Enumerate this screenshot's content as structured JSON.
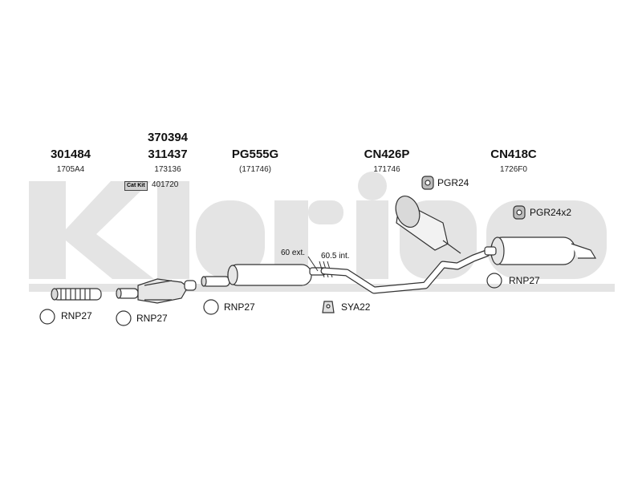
{
  "watermark": {
    "brand": "Klarius",
    "color": "#e4e4e4"
  },
  "colors": {
    "line": "#333333",
    "part_fill": "#ffffff",
    "part_shade": "#d9d9d9"
  },
  "parts": [
    {
      "id": "301484",
      "ref": "1705A4"
    },
    {
      "id_top": "370394",
      "id": "311437",
      "ref": "173136",
      "catkit_label": "Cat Kit",
      "catkit_ref": "401720"
    },
    {
      "id": "PG555G",
      "ref": "(171746)"
    },
    {
      "id": "CN426P",
      "ref": "171746"
    },
    {
      "id": "CN418C",
      "ref": "1726F0"
    }
  ],
  "accessories": [
    {
      "label": "RNP27",
      "icon": "ring-clamp-icon"
    },
    {
      "label": "RNP27",
      "icon": "ring-clamp-icon"
    },
    {
      "label": "RNP27",
      "icon": "ring-clamp-icon"
    },
    {
      "label": "SYA22",
      "icon": "rubber-mount-icon"
    },
    {
      "label": "RNP27",
      "icon": "ring-clamp-icon"
    },
    {
      "label": "PGR24",
      "icon": "hanger-icon"
    },
    {
      "label": "PGR24x2",
      "icon": "hanger-icon"
    }
  ],
  "annotations": {
    "ext": "60 ext.",
    "int": "60.5 int."
  }
}
